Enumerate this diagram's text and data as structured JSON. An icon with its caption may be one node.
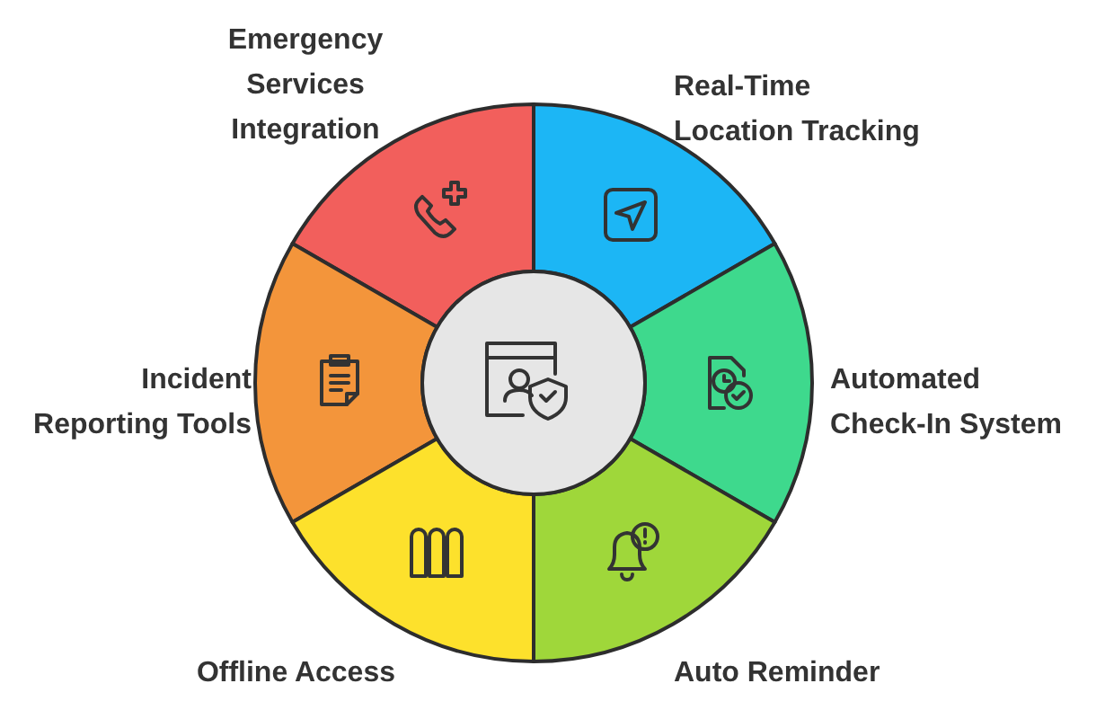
{
  "diagram": {
    "nodes": [
      {
        "text": [
          "Emergency Services Integration"
        ]
      },
      {
        "text": [
          "Real-Time Location Tracking"
        ]
      },
      {
        "text": [
          "Incident Reporting Tools"
        ]
      },
      {
        "text": [
          "Automated Check-In System"
        ]
      },
      {
        "text": [
          "Offline Access"
        ]
      },
      {
        "text": [
          "Auto Reminder"
        ]
      },
      {
        "text": [],
        "shape": "circle"
      }
    ]
  }
}
